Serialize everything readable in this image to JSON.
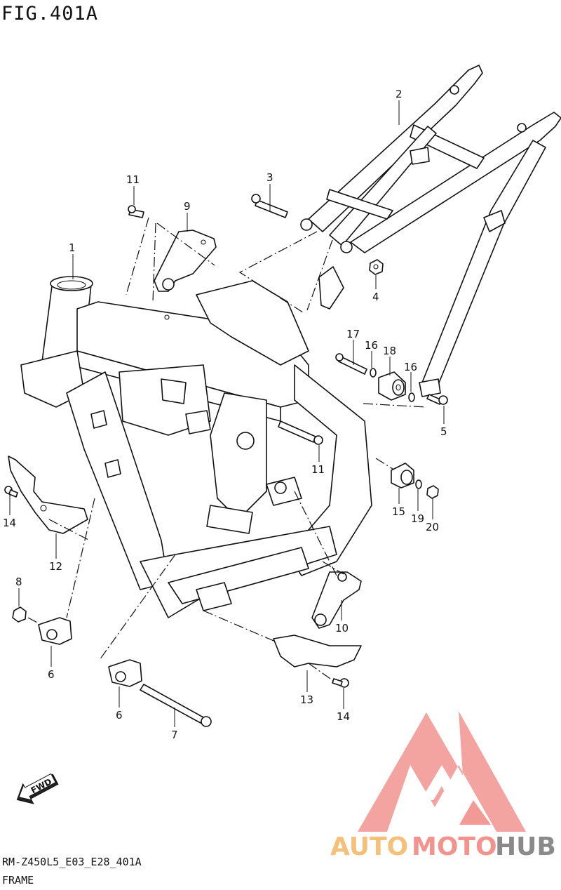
{
  "figure": {
    "title": "FIG.401A",
    "code": "RM-Z450L5_E03_E28_401A",
    "name": "FRAME"
  },
  "direction_badge": {
    "text": "FWD"
  },
  "callouts": [
    {
      "num": "1"
    },
    {
      "num": "2"
    },
    {
      "num": "3"
    },
    {
      "num": "4"
    },
    {
      "num": "5"
    },
    {
      "num": "6"
    },
    {
      "num": "6"
    },
    {
      "num": "7"
    },
    {
      "num": "8"
    },
    {
      "num": "9"
    },
    {
      "num": "10"
    },
    {
      "num": "11"
    },
    {
      "num": "11"
    },
    {
      "num": "12"
    },
    {
      "num": "13"
    },
    {
      "num": "14"
    },
    {
      "num": "14"
    },
    {
      "num": "15"
    },
    {
      "num": "16"
    },
    {
      "num": "16"
    },
    {
      "num": "17"
    },
    {
      "num": "18"
    },
    {
      "num": "19"
    },
    {
      "num": "20"
    }
  ],
  "watermark": {
    "text_parts": [
      "AUTO",
      "MOTO",
      "HUB"
    ],
    "colors": {
      "auto": "#f5c07a",
      "moto": "#f4928e",
      "hub": "#8a8a8a",
      "logo": "#f39a96"
    }
  }
}
